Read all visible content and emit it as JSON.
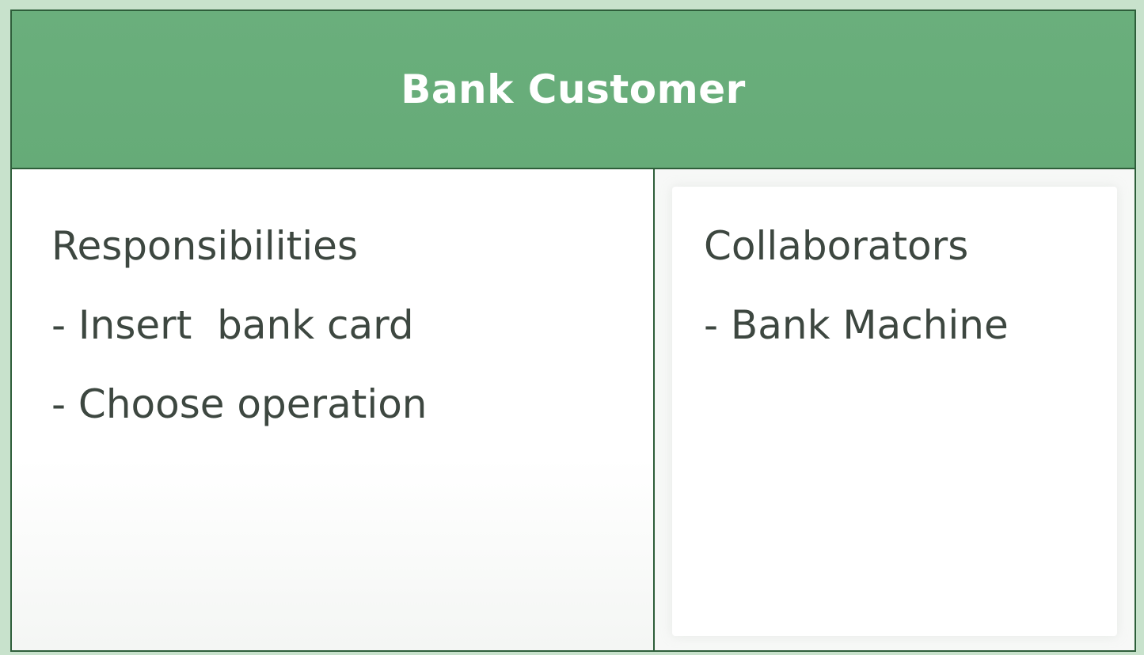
{
  "card": {
    "title": "Bank Customer",
    "responsibilities": {
      "heading": "Responsibilities",
      "items": [
        "- Insert  bank card",
        "- Choose operation"
      ]
    },
    "collaborators": {
      "heading": "Collaborators",
      "items": [
        "- Bank Machine"
      ]
    }
  },
  "colors": {
    "header": "#68ad7a",
    "border": "#2e5e3a",
    "text": "#3d4740",
    "title_text": "#ffffff"
  }
}
